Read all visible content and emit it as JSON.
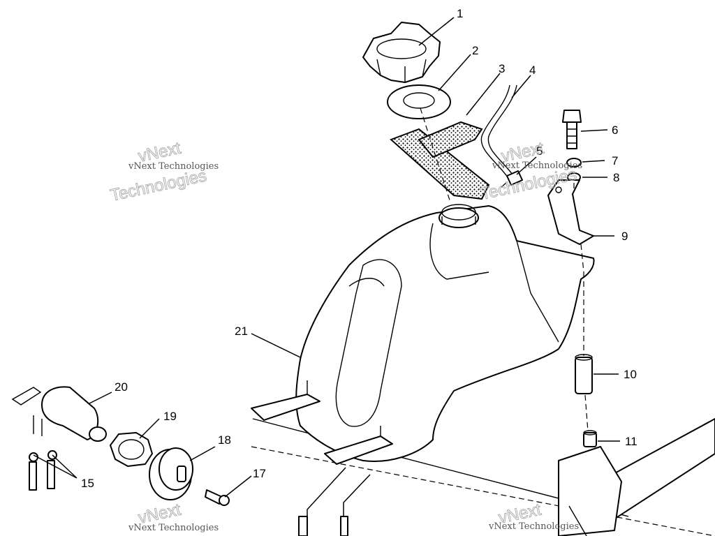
{
  "callouts": [
    "1",
    "2",
    "3",
    "4",
    "5",
    "6",
    "7",
    "8",
    "9",
    "10",
    "11",
    "15",
    "17",
    "18",
    "19",
    "20",
    "21"
  ],
  "watermark": {
    "small": "vNext Technologies",
    "big_line1": "vNext",
    "big_line2": "Technologies"
  },
  "colors": {
    "ink": "#000000",
    "paper": "#ffffff",
    "watermark": "#aaaaaa"
  }
}
